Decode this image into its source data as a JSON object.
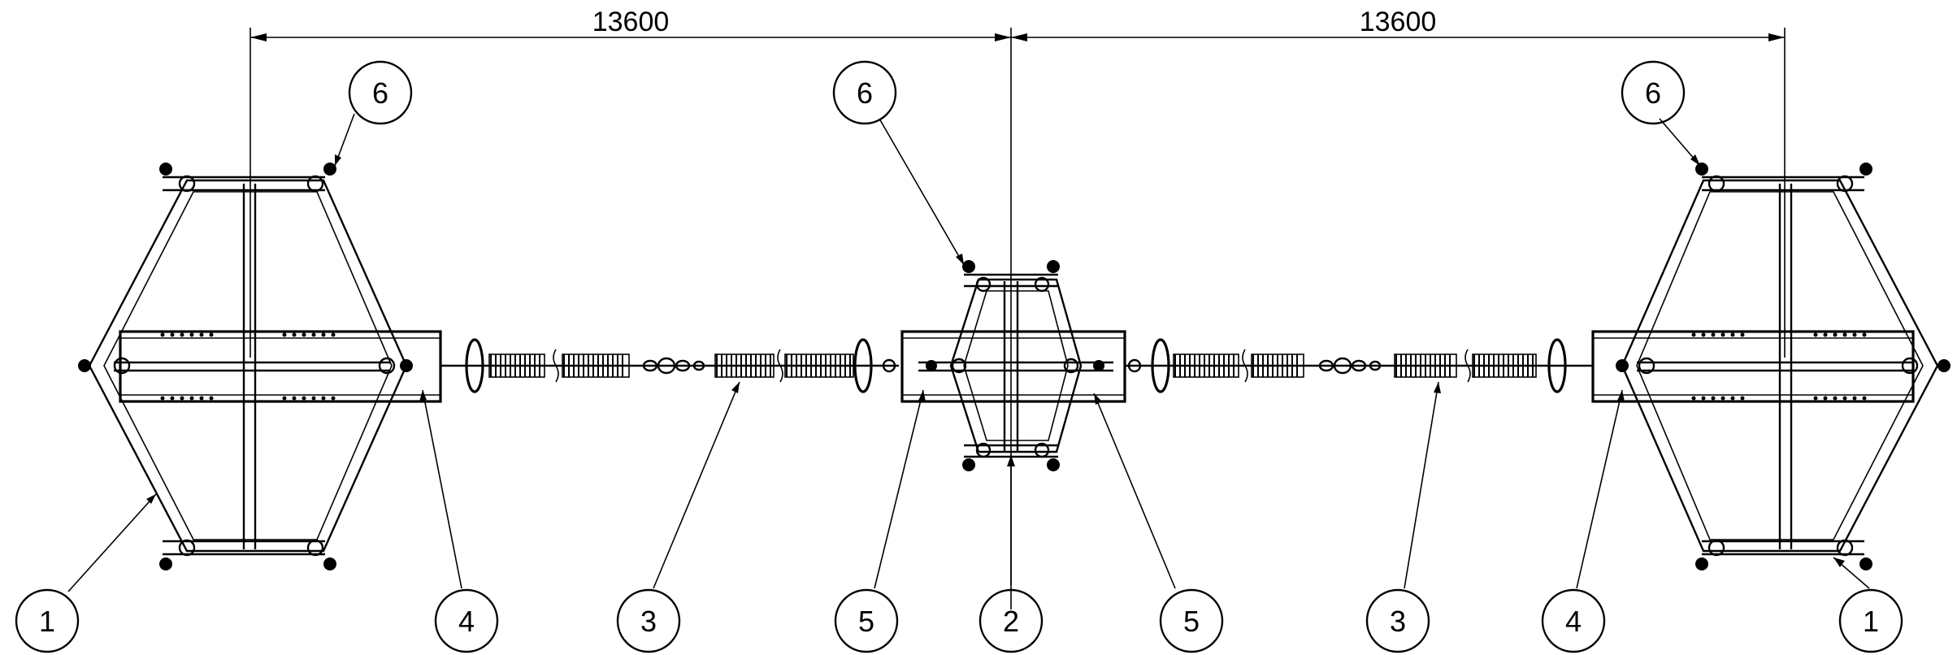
{
  "drawing": {
    "dimensions": [
      {
        "label": "13600"
      },
      {
        "label": "13600"
      }
    ],
    "callouts": [
      {
        "number": "1",
        "part": "frame-spacer-left"
      },
      {
        "number": "4",
        "part": "yoke-plate-left"
      },
      {
        "number": "3",
        "part": "insulator-string-left"
      },
      {
        "number": "5",
        "part": "yoke-plate-center-left"
      },
      {
        "number": "2",
        "part": "center-spacer"
      },
      {
        "number": "5",
        "part": "yoke-plate-center-right"
      },
      {
        "number": "3",
        "part": "insulator-string-right"
      },
      {
        "number": "4",
        "part": "yoke-plate-right"
      },
      {
        "number": "1",
        "part": "frame-spacer-right"
      },
      {
        "number": "6",
        "part": "corner-bundle-left"
      },
      {
        "number": "6",
        "part": "corner-bundle-center"
      },
      {
        "number": "6",
        "part": "corner-bundle-right"
      }
    ]
  }
}
